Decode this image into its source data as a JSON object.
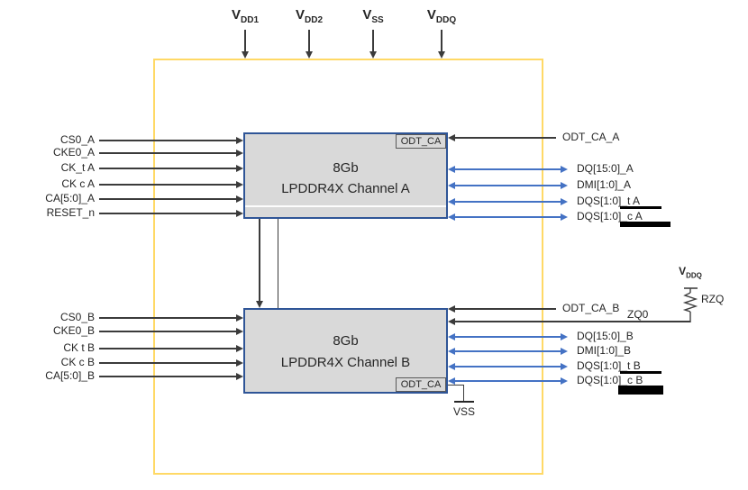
{
  "power_rails": [
    {
      "base": "V",
      "sub": "DD1"
    },
    {
      "base": "V",
      "sub": "DD2"
    },
    {
      "base": "V",
      "sub": "SS"
    },
    {
      "base": "V",
      "sub": "DDQ"
    }
  ],
  "channel_a": {
    "size": "8Gb",
    "name": "LPDDR4X Channel A",
    "corner_label": "ODT_CA"
  },
  "channel_b": {
    "size": "8Gb",
    "name": "LPDDR4X Channel B",
    "corner_label": "ODT_CA"
  },
  "signals": {
    "a_left": [
      {
        "label": "CS0_A"
      },
      {
        "label": "CKE0_A"
      },
      {
        "label": "CK_t A"
      },
      {
        "label": "CK c A"
      },
      {
        "label": "CA[5:0]_A"
      },
      {
        "label": "RESET_n"
      }
    ],
    "a_right_ctrl": {
      "label": "ODT_CA_A"
    },
    "a_right_data": [
      {
        "label": "DQ[15:0]_A",
        "bar": "none"
      },
      {
        "label": "DMI[1:0]_A",
        "bar": "none"
      },
      {
        "label": "DQS[1:0]_t A",
        "bar": "thin"
      },
      {
        "label": "DQS[1:0]_c A",
        "bar": "thick"
      }
    ],
    "b_left": [
      {
        "label": "CS0_B"
      },
      {
        "label": "CKE0_B"
      },
      {
        "label": "CK t B"
      },
      {
        "label": "CK c B"
      },
      {
        "label": "CA[5:0]_B"
      }
    ],
    "b_right_ctrl": {
      "label": "ODT_CA_B"
    },
    "b_right_data": [
      {
        "label": "DQ[15:0]_B",
        "bar": "none"
      },
      {
        "label": "DMI[1:0]_B",
        "bar": "none"
      },
      {
        "label": "DQS[1:0]_t B",
        "bar": "thin"
      },
      {
        "label": "DQS[1:0]_c B",
        "bar": "block"
      }
    ]
  },
  "zq": {
    "pin_label": "ZQ0",
    "resistor_label": "RZQ",
    "rail_base": "V",
    "rail_sub": "DDQ"
  },
  "ground_label": "VSS",
  "colors": {
    "outline": "#FFD966",
    "block_border": "#2F5597",
    "block_fill": "#D9D9D9",
    "data_arrow": "#4472C4",
    "line": "#3b3b3b"
  }
}
